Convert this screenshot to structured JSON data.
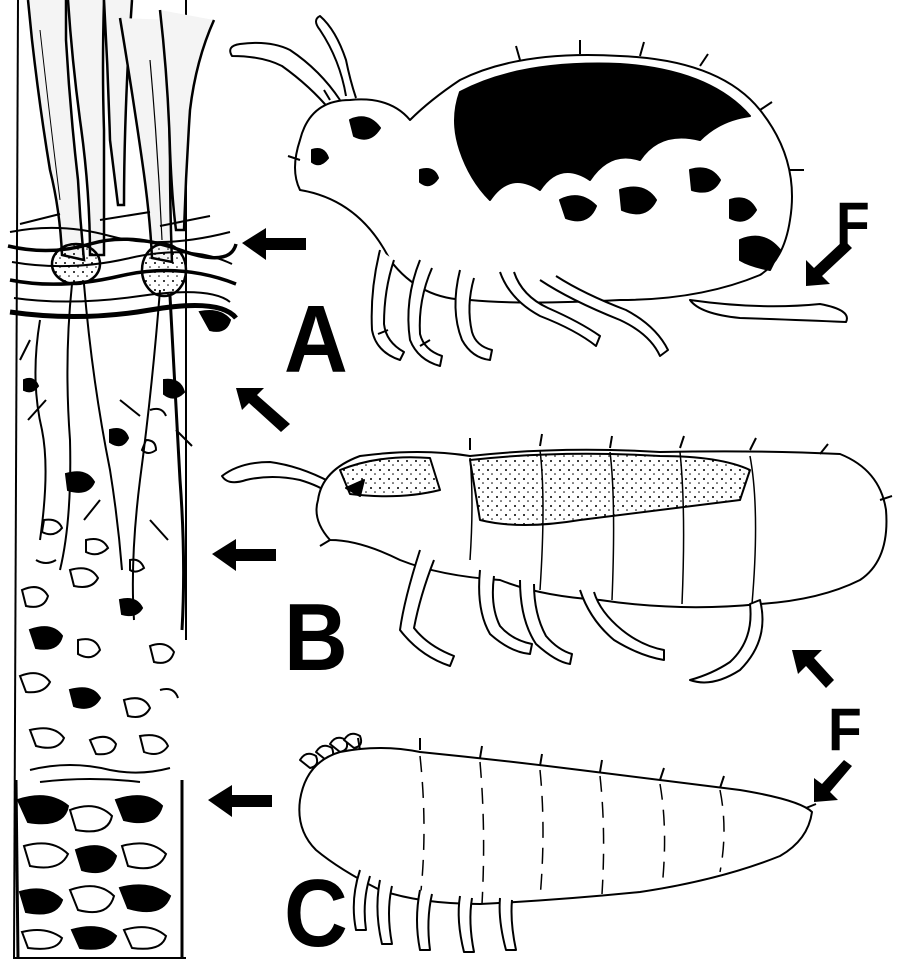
{
  "labels": {
    "a": "A",
    "b": "B",
    "c": "C",
    "f_upper": "F",
    "f_lower": "F"
  },
  "colors": {
    "ink": "#000000",
    "paper": "#ffffff",
    "stem_fill": "#f4f4f4"
  }
}
